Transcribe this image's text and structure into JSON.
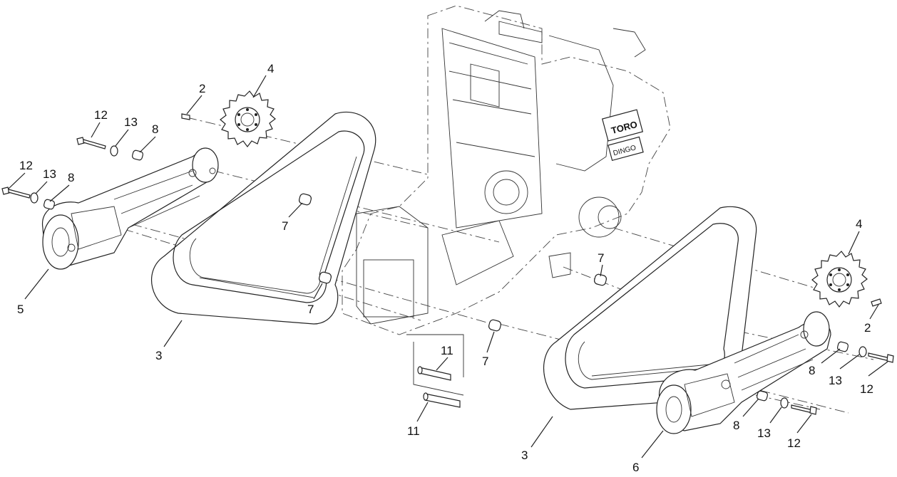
{
  "callouts": [
    {
      "id": "c-2a",
      "text": "2"
    },
    {
      "id": "c-4a",
      "text": "4"
    },
    {
      "id": "c-12a",
      "text": "12"
    },
    {
      "id": "c-13a",
      "text": "13"
    },
    {
      "id": "c-8a",
      "text": "8"
    },
    {
      "id": "c-12b",
      "text": "12"
    },
    {
      "id": "c-13b",
      "text": "13"
    },
    {
      "id": "c-8b",
      "text": "8"
    },
    {
      "id": "c-7a",
      "text": "7"
    },
    {
      "id": "c-7b",
      "text": "7"
    },
    {
      "id": "c-5",
      "text": "5"
    },
    {
      "id": "c-3a",
      "text": "3"
    },
    {
      "id": "c-11a",
      "text": "11"
    },
    {
      "id": "c-11b",
      "text": "11"
    },
    {
      "id": "c-7c",
      "text": "7"
    },
    {
      "id": "c-7d",
      "text": "7"
    },
    {
      "id": "c-4b",
      "text": "4"
    },
    {
      "id": "c-2b",
      "text": "2"
    },
    {
      "id": "c-8c",
      "text": "8"
    },
    {
      "id": "c-13c",
      "text": "13"
    },
    {
      "id": "c-12c",
      "text": "12"
    },
    {
      "id": "c-8d",
      "text": "8"
    },
    {
      "id": "c-13d",
      "text": "13"
    },
    {
      "id": "c-12d",
      "text": "12"
    },
    {
      "id": "c-3b",
      "text": "3"
    },
    {
      "id": "c-6",
      "text": "6"
    }
  ],
  "logo_text": {
    "brand": "TORO",
    "model": "DINGO"
  }
}
